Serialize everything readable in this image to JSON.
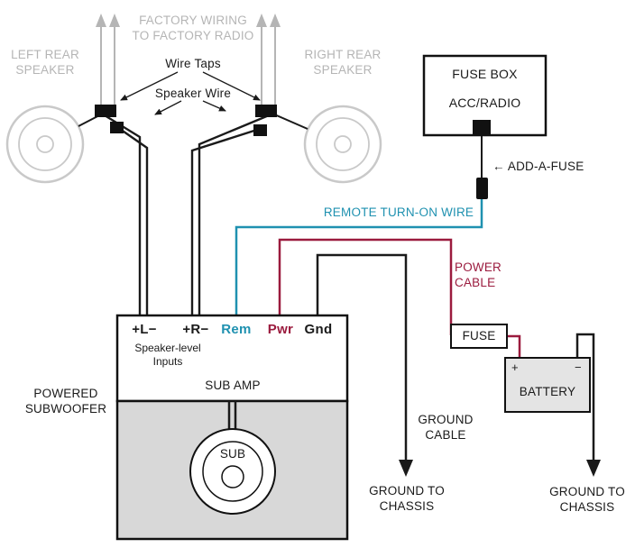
{
  "colors": {
    "gray_label": "#b5b5b5",
    "wire_black": "#1a1a1a",
    "remote_teal": "#1f91b0",
    "power_maroon": "#9b1b3e",
    "battery_fill": "#e4e4e4",
    "enclosure_fill": "#d8d8d8"
  },
  "speakers": {
    "left_label": "LEFT REAR\nSPEAKER",
    "right_label": "RIGHT REAR\nSPEAKER"
  },
  "factory": {
    "wiring_label": "FACTORY WIRING\nTO FACTORY RADIO",
    "wire_taps_label": "Wire Taps",
    "speaker_wire_label": "Speaker Wire"
  },
  "fuse_box": {
    "title": "FUSE BOX",
    "slot": "ACC/RADIO",
    "add_a_fuse_label": "← ADD-A-FUSE"
  },
  "wires": {
    "remote_turn_on": "REMOTE TURN-ON WIRE",
    "power_cable": "POWER\nCABLE",
    "ground_cable": "GROUND\nCABLE"
  },
  "amp": {
    "terminals": {
      "left": "+L−",
      "right": "+R−",
      "rem": "Rem",
      "pwr": "Pwr",
      "gnd": "Gnd"
    },
    "speaker_level_inputs": "Speaker-level\nInputs",
    "name": "SUB AMP"
  },
  "subwoofer": {
    "label": "POWERED\nSUBWOOFER",
    "sub": "SUB"
  },
  "power": {
    "fuse": "FUSE",
    "battery": "BATTERY",
    "plus": "+",
    "minus": "−"
  },
  "grounds": {
    "left": "GROUND TO\nCHASSIS",
    "right": "GROUND TO\nCHASSIS"
  }
}
